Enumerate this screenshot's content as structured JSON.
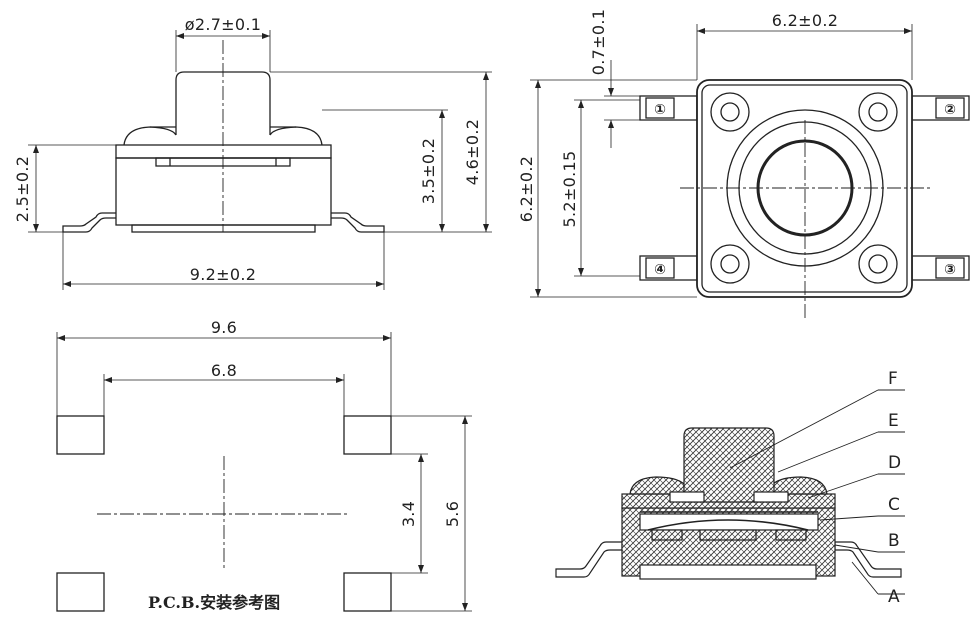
{
  "side_view": {
    "dim_stem_diameter": "ø2.7±0.1",
    "dim_body_height": "2.5±0.2",
    "dim_stem_height": "3.5±0.2",
    "dim_total_height": "4.6±0.2",
    "dim_total_width": "9.2±0.2"
  },
  "top_view": {
    "dim_body_width": "6.2±0.2",
    "dim_lead_width": "0.7±0.1",
    "dim_body_depth": "6.2±0.2",
    "dim_pin_pitch": "5.2±0.15",
    "pins": [
      "①",
      "②",
      "③",
      "④"
    ]
  },
  "pcb_layout": {
    "dim_outer_span": "9.6",
    "dim_inner_span": "6.8",
    "dim_pad_pitch": "3.4",
    "dim_outer_pitch": "5.6",
    "caption": "P.C.B.安装参考图"
  },
  "cross_section": {
    "callouts": [
      "F",
      "E",
      "D",
      "C",
      "B",
      "A"
    ]
  }
}
